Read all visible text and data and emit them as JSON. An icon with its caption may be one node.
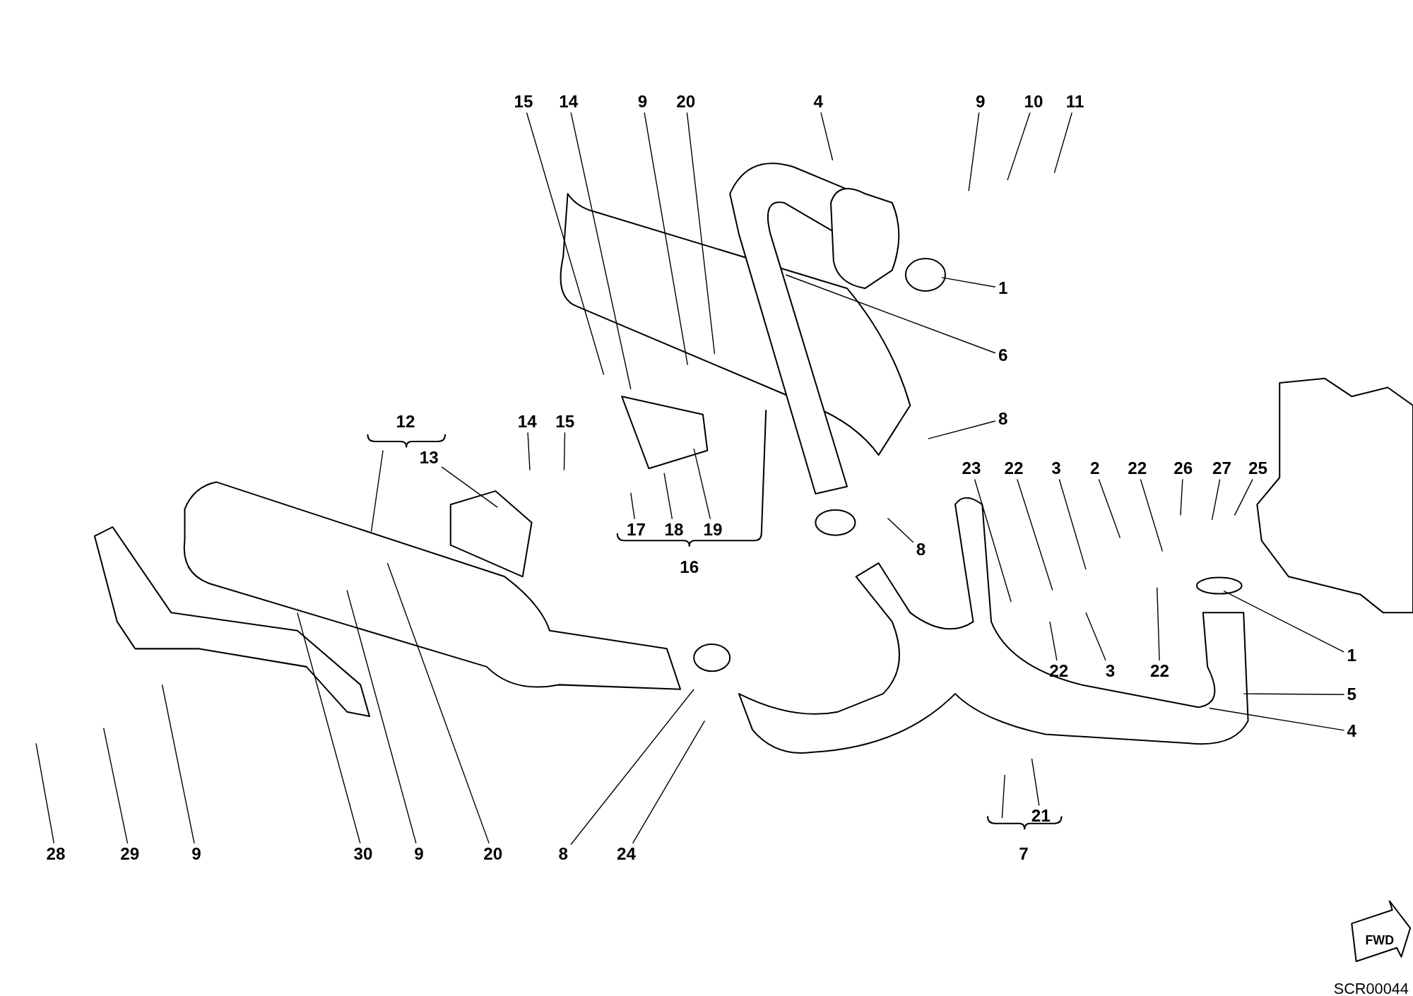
{
  "diagram": {
    "nodes": [
      {
        "text": [
          "15"
        ]
      },
      {
        "text": [
          "14"
        ]
      },
      {
        "text": [
          "9"
        ]
      },
      {
        "text": [
          "20"
        ]
      },
      {
        "text": [
          "4"
        ]
      },
      {
        "text": [
          "9"
        ]
      },
      {
        "text": [
          "10"
        ]
      },
      {
        "text": [
          "11"
        ]
      },
      {
        "text": [
          "1"
        ]
      },
      {
        "text": [
          "6"
        ]
      },
      {
        "text": [
          "8"
        ]
      },
      {
        "text": [
          "12"
        ]
      },
      {
        "text": [
          "13"
        ]
      },
      {
        "text": [
          "14"
        ]
      },
      {
        "text": [
          "15"
        ]
      },
      {
        "text": [
          "17"
        ]
      },
      {
        "text": [
          "18"
        ]
      },
      {
        "text": [
          "19"
        ]
      },
      {
        "text": [
          "16"
        ]
      },
      {
        "text": [
          "8"
        ]
      },
      {
        "text": [
          "23"
        ]
      },
      {
        "text": [
          "22"
        ]
      },
      {
        "text": [
          "3"
        ]
      },
      {
        "text": [
          "2"
        ]
      },
      {
        "text": [
          "22"
        ]
      },
      {
        "text": [
          "26"
        ]
      },
      {
        "text": [
          "27"
        ]
      },
      {
        "text": [
          "25"
        ]
      },
      {
        "text": [
          "22"
        ]
      },
      {
        "text": [
          "3"
        ]
      },
      {
        "text": [
          "22"
        ]
      },
      {
        "text": [
          "1"
        ]
      },
      {
        "text": [
          "5"
        ]
      },
      {
        "text": [
          "4"
        ]
      },
      {
        "text": [
          "21"
        ]
      },
      {
        "text": [
          "7"
        ]
      },
      {
        "text": [
          "28"
        ]
      },
      {
        "text": [
          "29"
        ]
      },
      {
        "text": [
          "9"
        ]
      },
      {
        "text": [
          "30"
        ]
      },
      {
        "text": [
          "9"
        ]
      },
      {
        "text": [
          "20"
        ]
      },
      {
        "text": [
          "8"
        ]
      },
      {
        "text": [
          "24"
        ]
      }
    ],
    "edges": [
      {
        "from": 0,
        "to": null,
        "arrow": "none"
      },
      {
        "from": 1,
        "to": null,
        "arrow": "none"
      },
      {
        "from": 2,
        "to": null,
        "arrow": "none"
      },
      {
        "from": 3,
        "to": null,
        "arrow": "none"
      },
      {
        "from": 4,
        "to": null,
        "arrow": "none"
      },
      {
        "from": 5,
        "to": null,
        "arrow": "none"
      },
      {
        "from": 6,
        "to": null,
        "arrow": "none"
      },
      {
        "from": 7,
        "to": null,
        "arrow": "none"
      },
      {
        "from": 8,
        "to": null,
        "arrow": "none"
      },
      {
        "from": 9,
        "to": null,
        "arrow": "none"
      },
      {
        "from": 10,
        "to": null,
        "arrow": "none"
      },
      {
        "from": 11,
        "to": null,
        "arrow": "none"
      },
      {
        "from": 12,
        "to": null,
        "arrow": "none"
      },
      {
        "from": 13,
        "to": null,
        "arrow": "none"
      },
      {
        "from": 14,
        "to": null,
        "arrow": "none"
      },
      {
        "from": 15,
        "to": null,
        "arrow": "none"
      },
      {
        "from": 16,
        "to": null,
        "arrow": "none"
      },
      {
        "from": 17,
        "to": null,
        "arrow": "none"
      },
      {
        "from": 19,
        "to": null,
        "arrow": "none"
      },
      {
        "from": 20,
        "to": null,
        "arrow": "none"
      },
      {
        "from": 21,
        "to": null,
        "arrow": "none"
      },
      {
        "from": 22,
        "to": null,
        "arrow": "none"
      },
      {
        "from": 23,
        "to": null,
        "arrow": "none"
      },
      {
        "from": 24,
        "to": null,
        "arrow": "none"
      },
      {
        "from": 25,
        "to": null,
        "arrow": "none"
      },
      {
        "from": 26,
        "to": null,
        "arrow": "none"
      },
      {
        "from": 27,
        "to": null,
        "arrow": "none"
      },
      {
        "from": 28,
        "to": null,
        "arrow": "none"
      },
      {
        "from": 29,
        "to": null,
        "arrow": "none"
      },
      {
        "from": 30,
        "to": null,
        "arrow": "none"
      },
      {
        "from": 31,
        "to": null,
        "arrow": "none"
      },
      {
        "from": 32,
        "to": null,
        "arrow": "none"
      },
      {
        "from": 33,
        "to": null,
        "arrow": "none"
      },
      {
        "from": 34,
        "to": null,
        "arrow": "none"
      },
      {
        "from": 36,
        "to": null,
        "arrow": "none"
      },
      {
        "from": 37,
        "to": null,
        "arrow": "none"
      },
      {
        "from": 38,
        "to": null,
        "arrow": "none"
      },
      {
        "from": 39,
        "to": null,
        "arrow": "none"
      },
      {
        "from": 40,
        "to": null,
        "arrow": "none"
      },
      {
        "from": 41,
        "to": null,
        "arrow": "none"
      },
      {
        "from": 42,
        "to": null,
        "arrow": "none"
      },
      {
        "from": 43,
        "to": null,
        "arrow": "none"
      }
    ],
    "labels": [
      "FWD",
      "SCR00044"
    ]
  }
}
